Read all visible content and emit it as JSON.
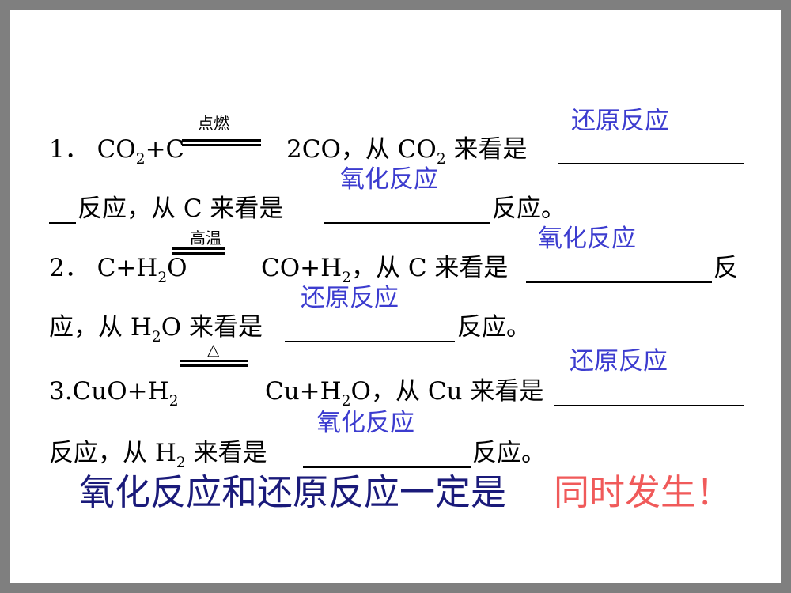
{
  "q1": {
    "prefix": "1． CO",
    "sub1": "2",
    "mid": "+C",
    "condition": "点燃",
    "after": "2CO，从 CO",
    "sub2": "2",
    "look": " 来看是",
    "line2_start": "反应，从 C 来看是",
    "end": "反应。",
    "answer1": "还原反应",
    "answer2": "氧化反应"
  },
  "q2": {
    "prefix": "2． C+H",
    "sub1": "2",
    "mid": "O",
    "condition": "高温",
    "after": "CO+H",
    "sub2": "2",
    "look": "，从 C 来看是",
    "tail": "反",
    "line2_a": "应，从 H",
    "line2_sub": "2",
    "line2_b": "O 来看是",
    "end": "反应。",
    "answer1": "氧化反应",
    "answer2": "还原反应"
  },
  "q3": {
    "prefix": "3.CuO+H",
    "sub1": "2",
    "condition": "△",
    "after": "Cu+H",
    "sub2": "2",
    "after2": "O，从 Cu 来看是",
    "line2_a": "反应，从 H",
    "line2_sub": "2",
    "line2_b": " 来看是",
    "end": "反应。",
    "answer1": "还原反应",
    "answer2": "氧化反应"
  },
  "conclusion": {
    "part1": "氧化反应和还原反应一定是",
    "part2": "同时发生！",
    "color1": "#1a1a7a",
    "color2": "#f05a5a"
  }
}
